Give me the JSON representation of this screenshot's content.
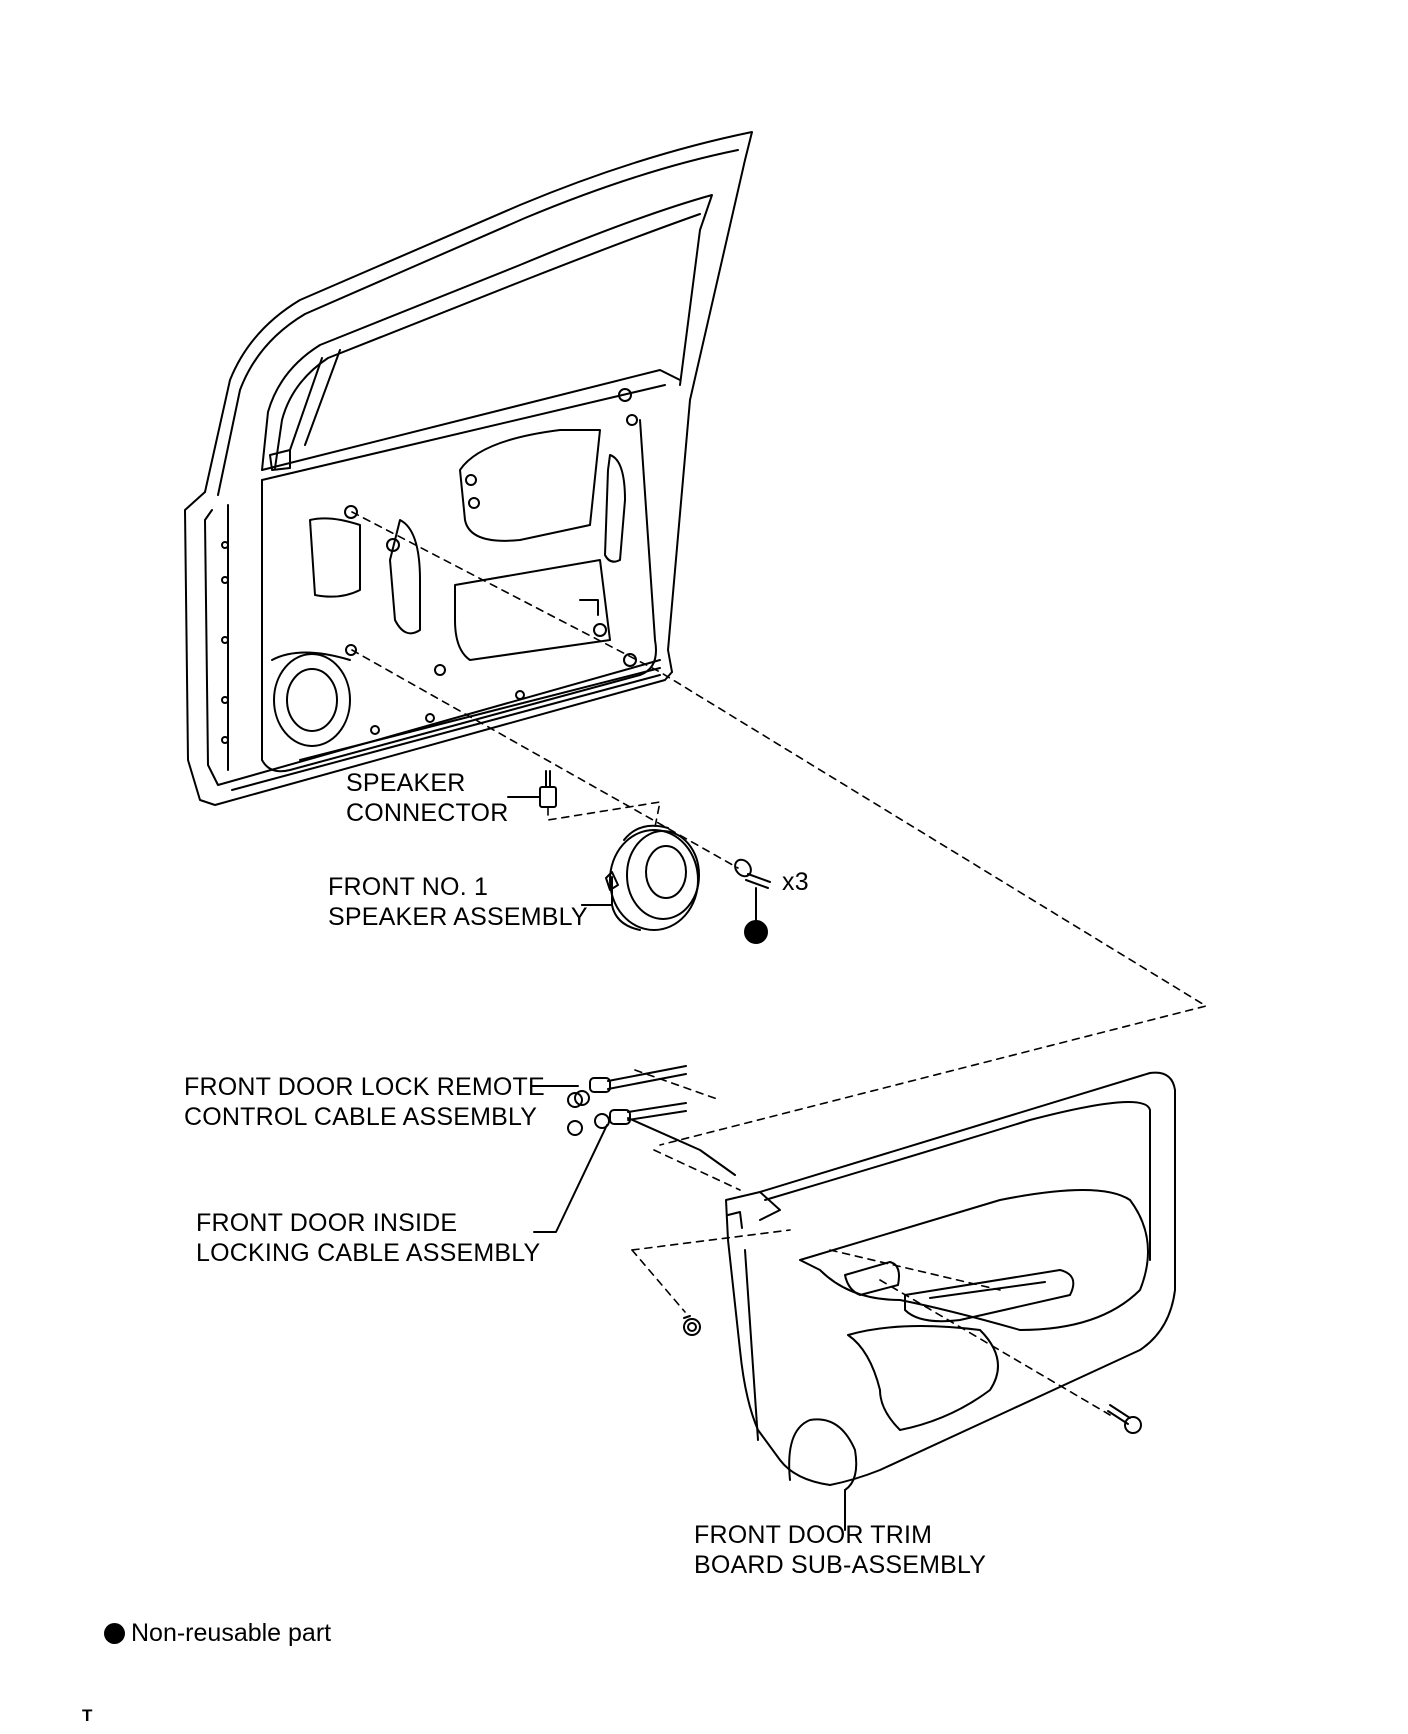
{
  "labels": {
    "speaker_connector": [
      "SPEAKER",
      "CONNECTOR"
    ],
    "front_speaker": [
      "FRONT NO. 1",
      "SPEAKER ASSEMBLY"
    ],
    "quantity": "x3",
    "lock_remote_cable": [
      "FRONT DOOR LOCK REMOTE",
      "CONTROL CABLE ASSEMBLY"
    ],
    "inside_locking_cable": [
      "FRONT DOOR INSIDE",
      "LOCKING CABLE ASSEMBLY"
    ],
    "trim_board": [
      "FRONT DOOR TRIM",
      "BOARD SUB-ASSEMBLY"
    ]
  },
  "legend": {
    "icon": "filled-circle-icon",
    "text": "Non-reusable part"
  },
  "page_code": "T",
  "colors": {
    "line": "#000000",
    "background": "#ffffff"
  }
}
